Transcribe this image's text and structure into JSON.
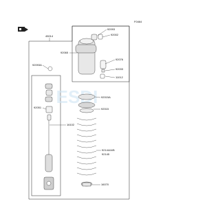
{
  "figure_code": "F0464",
  "watermark": "ESDI",
  "icon": "motorcycle-part-icon",
  "parts": {
    "p92093b": "92093",
    "p92002": "92002",
    "p45014": "45014",
    "p92093a": "92093A",
    "p92065": "92065",
    "p92076": "92076",
    "p92033": "92033",
    "p11012": "11012",
    "p92015a": "92015A",
    "p92051": "92051",
    "p92015": "92015",
    "p16102": "16102",
    "p92144": "92144/A/B",
    "p92145": "92145",
    "p16070": "16070"
  }
}
